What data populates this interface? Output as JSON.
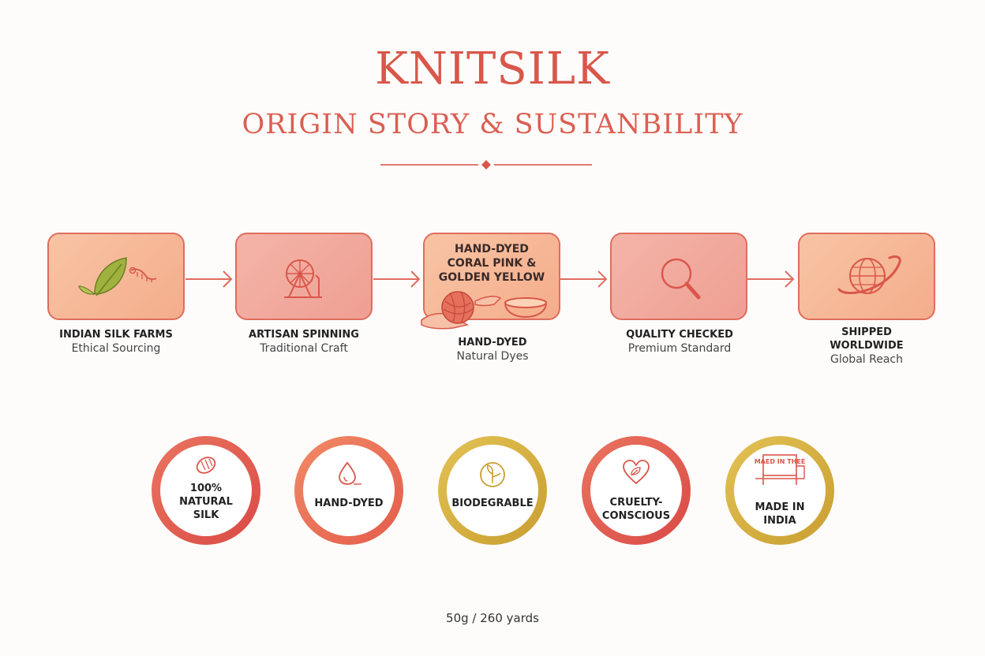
{
  "header": {
    "title": "KNITSILK",
    "subtitle": "ORIGIN STORY & SUSTANBILITY"
  },
  "steps": [
    {
      "title": "INDIAN SILK FARMS",
      "subtitle": "Ethical Sourcing",
      "icon": "leaf-silkworm-icon"
    },
    {
      "title": "ARTISAN SPINNING",
      "subtitle": "Traditional Craft",
      "icon": "spinning-wheel-icon"
    },
    {
      "title": "HAND-DYED",
      "subtitle": "Natural Dyes",
      "icon": "yarn-dye-bowl-icon",
      "box_text": "HAND-DYED\nCORAL PINK &\nGOLDEN YELLOW"
    },
    {
      "title": "QUALITY CHECKED",
      "subtitle": "Premium Standard",
      "icon": "magnifier-icon"
    },
    {
      "title": "SHIPPED\nWORLDWIDE",
      "subtitle": "Global Reach",
      "icon": "globe-icon"
    }
  ],
  "badges": [
    {
      "label": "100%\nNATURAL\nSILK",
      "icon": "cocoon-icon",
      "color": "#e0574c"
    },
    {
      "label": "HAND-DYED",
      "icon": "droplet-icon",
      "color": "#ea6a55"
    },
    {
      "label": "BIODEGRABLE",
      "icon": "sprout-icon",
      "color": "#d6b041"
    },
    {
      "label": "CRUELTY-\nCONSCIOUS",
      "icon": "heart-leaf-icon",
      "color": "#e0574c"
    },
    {
      "label": "MADE IN\nINDIA",
      "icon": "loom-icon",
      "loom_text": "MAED IN THEE",
      "color": "#d8b23c"
    }
  ],
  "colors": {
    "accent": "#d9574a",
    "box_fill_light": "#f6b99a",
    "box_fill_pink": "#f2aaa0",
    "gold": "#d6b041"
  },
  "footer": {
    "text": "50g / 260 yards"
  }
}
